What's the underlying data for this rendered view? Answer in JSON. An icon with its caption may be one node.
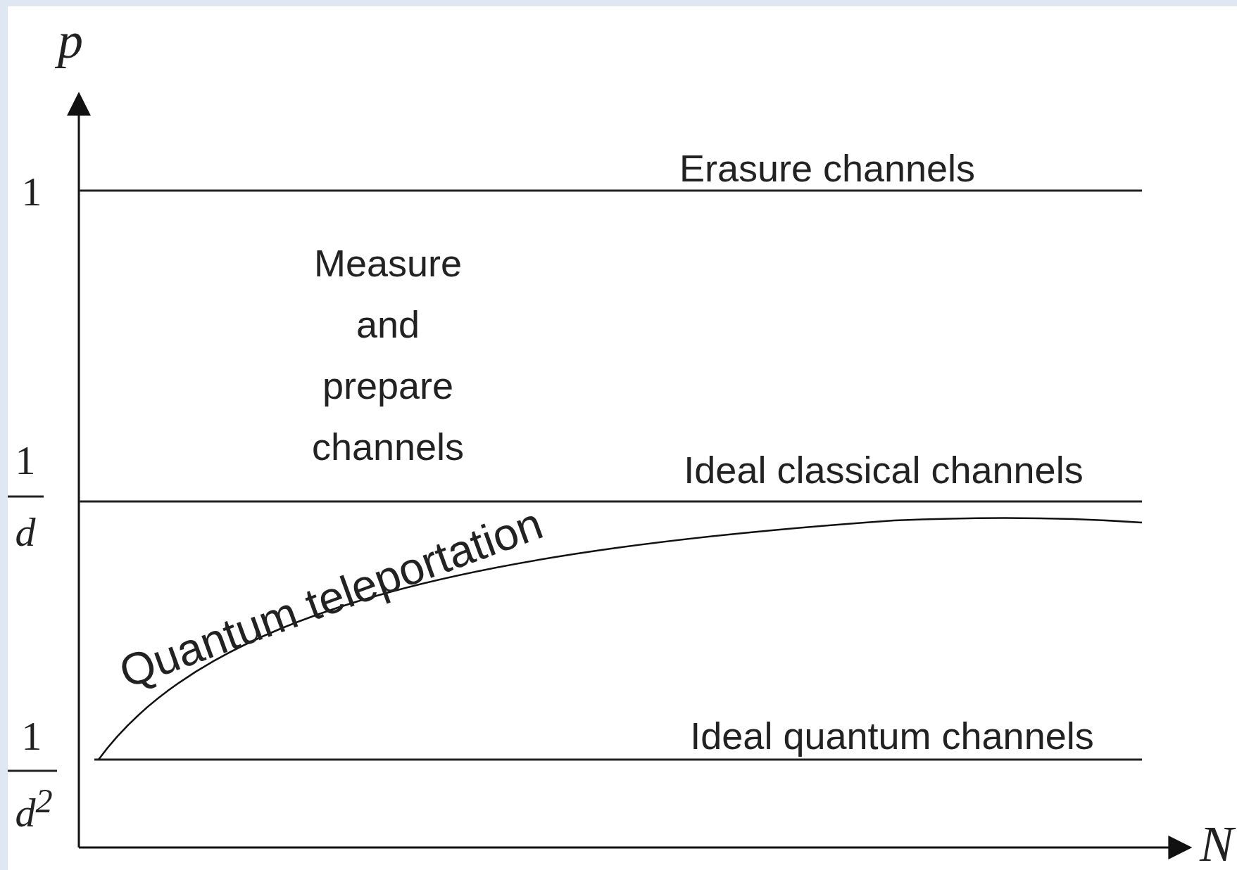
{
  "diagram": {
    "labels": [
      "p",
      "1",
      "Erasure channels",
      "Measure and prepare channels",
      "1",
      "Ideal classical channels",
      "d",
      "Quantum teleportation",
      "1",
      "Ideal quantum channels",
      "d$^{2}$",
      "N"
    ]
  }
}
